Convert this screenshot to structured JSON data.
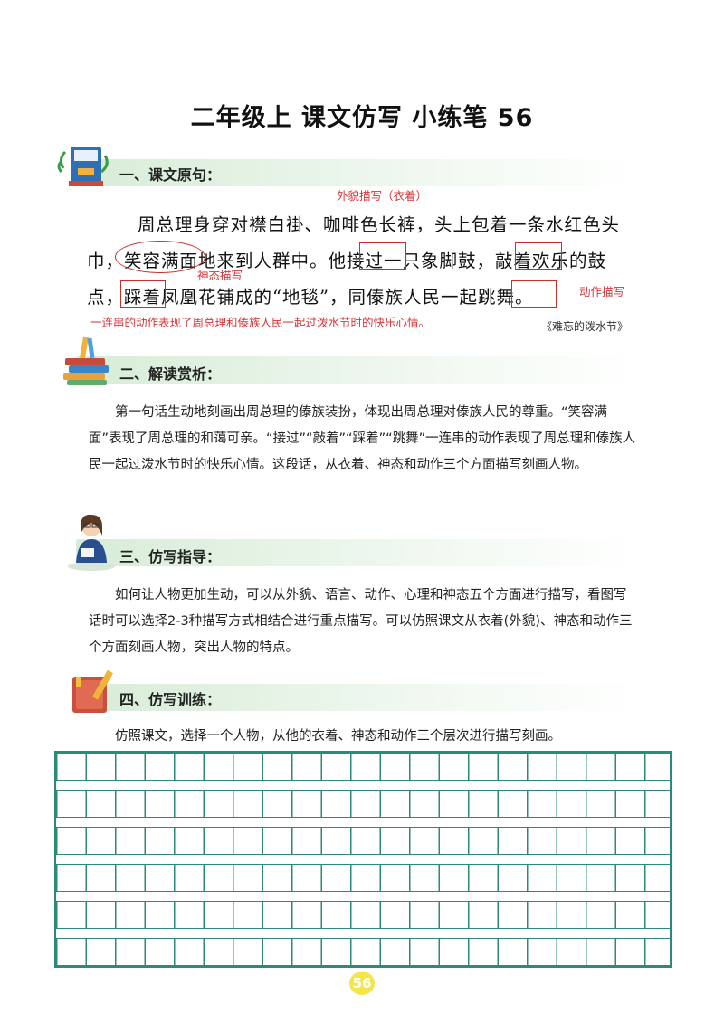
{
  "title": "二年级上  课文仿写  小练笔 56",
  "sections": {
    "s1": "一、课文原句：",
    "s2": "二、解读赏析：",
    "s3": "三、仿写指导：",
    "s4": "四、仿写训练："
  },
  "original": {
    "line1": "周总理身穿对襟白褂、咖啡色长裤，头上包着一条水红色头",
    "line2": "巾，笑容满面地来到人群中。他接过一只象脚鼓，敲着欢乐的鼓",
    "line3": "点，踩着凤凰花铺成的“地毯”，同傣族人民一起跳舞。",
    "source": "——《难忘的泼水节》"
  },
  "annotations": {
    "appearance": "外貌描写（衣着）",
    "expression": "神态描写",
    "action": "动作描写",
    "summary": "一连串的动作表现了周总理和傣族人民一起过泼水节时的快乐心情。"
  },
  "analysis": "第一句话生动地刻画出周总理的傣族装扮，体现出周总理对傣族人民的尊重。“笑容满面”表现了周总理的和蔼可亲。“接过”“敲着”“踩着”“跳舞”一连串的动作表现了周总理和傣族人民一起过泼水节时的快乐心情。这段话，从衣着、神态和动作三个方面描写刻画人物。",
  "guidance": "如何让人物更加生动，可以从外貌、语言、动作、心理和神态五个方面进行描写，看图写话时可以选择2-3种描写方式相结合进行重点描写。可以仿照课文从衣着(外貌)、神态和动作三个方面刻画人物，突出人物的特点。",
  "training": "仿照课文，选择一个人物，从他的衣着、神态和动作三个层次进行描写刻画。",
  "page_number": "56"
}
